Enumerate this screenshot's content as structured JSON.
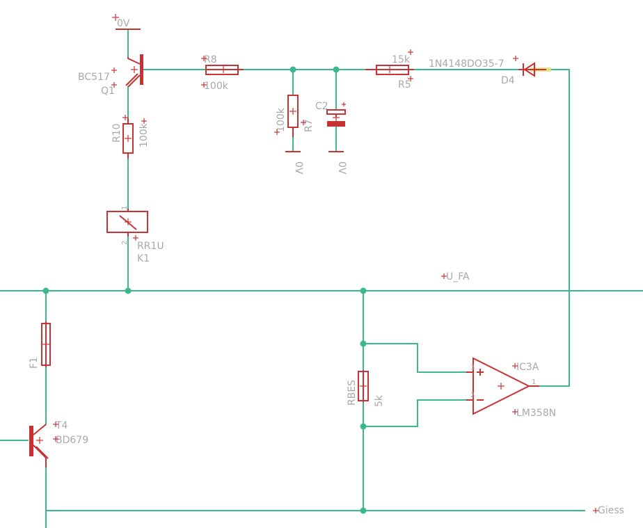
{
  "schematic": {
    "labels": {
      "q1_value": "BC517",
      "q1_name": "Q1",
      "q1_supply": "0V",
      "r8_name": "R8",
      "r8_value": "100k",
      "r7_value": "100k",
      "r7_name": "R7",
      "r7_gnd": "0V",
      "c2_name": "C2",
      "c2_gnd": "0V",
      "r5_value": "15k",
      "r5_name": "R5",
      "d4_value": "1N4148DO35-7",
      "d4_name": "D4",
      "r10_name": "R10",
      "r10_value": "100k",
      "k1_value": "RR1U",
      "k1_name": "K1",
      "k1_pin1": "1",
      "k1_pin2": "2",
      "net_ufa": "U_FA",
      "f1_name": "F1",
      "t4_name": "T4",
      "t4_value": "BD679",
      "rbes_name": "RBES",
      "rbes_value": "5k",
      "ic3_name": "IC3A",
      "ic3_value": "LM358N",
      "ic3_pin_plus": "3",
      "ic3_pin_minus": "2",
      "ic3_pin_out": "1",
      "net_giess": "Giess"
    },
    "colors": {
      "wire": "#3cb890",
      "component": "#c83232",
      "text": "#a9a9a9",
      "highlight": "#e8e27a"
    }
  }
}
